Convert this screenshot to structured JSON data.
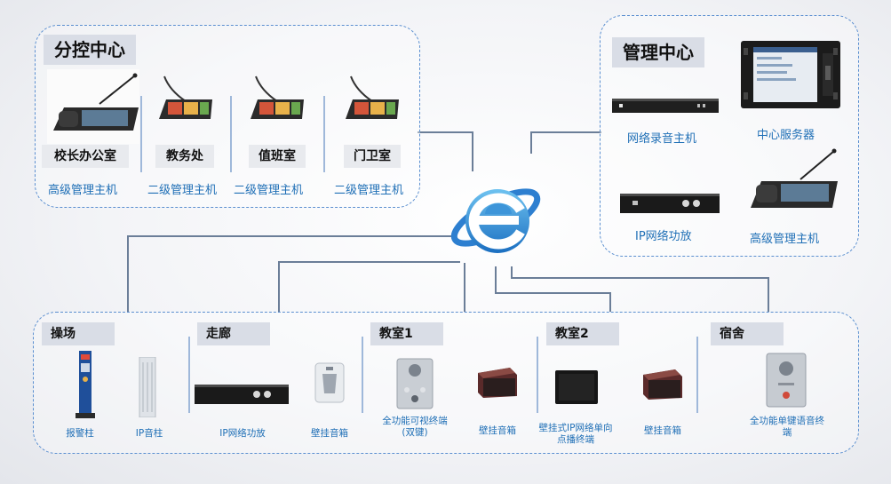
{
  "branch_center": {
    "title": "分控中心",
    "rooms": [
      "校长办公室",
      "教务处",
      "值班室",
      "门卫室"
    ],
    "hosts": [
      "高级管理主机",
      "二级管理主机",
      "二级管理主机",
      "二级管理主机"
    ]
  },
  "management_center": {
    "title": "管理中心",
    "devices": [
      "网络录音主机",
      "中心服务器",
      "IP网络功放",
      "高级管理主机"
    ]
  },
  "campus": {
    "areas": [
      "操场",
      "走廊",
      "教室1",
      "教室2",
      "宿舍"
    ],
    "devices": [
      "报警柱",
      "IP音柱",
      "IP网络功放",
      "壁挂音箱",
      "全功能可视终端\n(双键)",
      "壁挂音箱",
      "壁挂式IP网络单向\n点播终端",
      "壁挂音箱",
      "全功能单键语音终\n端"
    ]
  },
  "colors": {
    "accent": "#1f6fb6",
    "dashed_border": "#5b8fd0",
    "title_bg": "#d9dde6",
    "lines": "#6b7e98"
  },
  "icons": [
    "internet-explorer-logo"
  ]
}
